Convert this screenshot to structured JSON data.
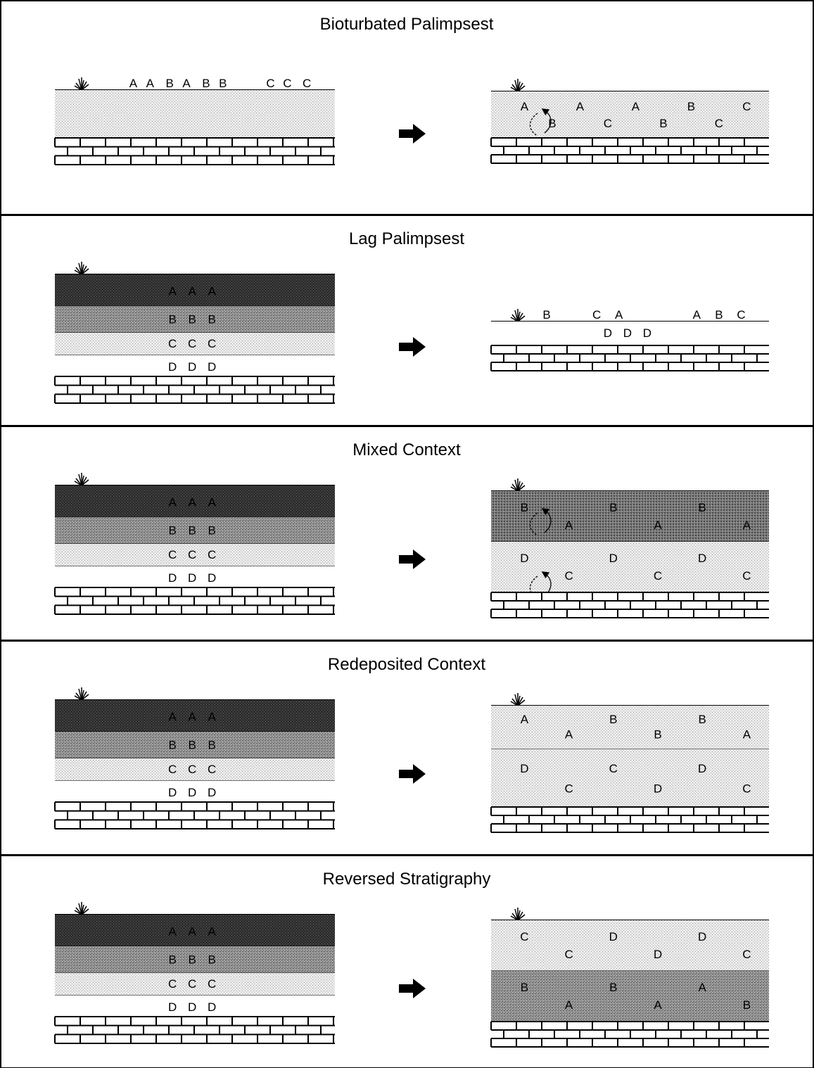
{
  "panels": [
    {
      "title": "Bioturbated Palimpsest",
      "before": {
        "surface_letters": [
          "A",
          "A",
          "B",
          "A",
          "B",
          "B",
          "C",
          "C",
          "C"
        ],
        "layers": [
          {
            "kind": "light",
            "letters": []
          }
        ]
      },
      "after": {
        "surface_letters": [],
        "mixing_arrows": 1,
        "layers": [
          {
            "kind": "light",
            "letters": [
              "A",
              "B",
              "A",
              "C",
              "A",
              "B",
              "B",
              "C",
              "C"
            ]
          }
        ]
      }
    },
    {
      "title": "Lag Palimpsest",
      "before": {
        "layers": [
          {
            "kind": "dark",
            "letters": [
              "A",
              "A",
              "A"
            ]
          },
          {
            "kind": "medium",
            "letters": [
              "B",
              "B",
              "B"
            ]
          },
          {
            "kind": "light",
            "letters": [
              "C",
              "C",
              "C"
            ]
          },
          {
            "kind": "white",
            "letters": [
              "D",
              "D",
              "D"
            ]
          }
        ]
      },
      "after": {
        "surface_letters": [
          "B",
          "C",
          "A",
          "A",
          "B",
          "C"
        ],
        "layers": [
          {
            "kind": "white",
            "letters": [
              "D",
              "D",
              "D"
            ]
          }
        ]
      }
    },
    {
      "title": "Mixed Context",
      "before": {
        "layers": [
          {
            "kind": "dark",
            "letters": [
              "A",
              "A",
              "A"
            ]
          },
          {
            "kind": "medium",
            "letters": [
              "B",
              "B",
              "B"
            ]
          },
          {
            "kind": "light",
            "letters": [
              "C",
              "C",
              "C"
            ]
          },
          {
            "kind": "white",
            "letters": [
              "D",
              "D",
              "D"
            ]
          }
        ]
      },
      "after": {
        "mixing_arrows": 2,
        "layers": [
          {
            "kind": "darkmix",
            "letters": [
              "B",
              "A",
              "B",
              "A",
              "B",
              "A"
            ]
          },
          {
            "kind": "light",
            "letters": [
              "D",
              "C",
              "D",
              "C",
              "D",
              "C"
            ]
          }
        ]
      }
    },
    {
      "title": "Redeposited Context",
      "before": {
        "layers": [
          {
            "kind": "dark",
            "letters": [
              "A",
              "A",
              "A"
            ]
          },
          {
            "kind": "medium",
            "letters": [
              "B",
              "B",
              "B"
            ]
          },
          {
            "kind": "light",
            "letters": [
              "C",
              "C",
              "C"
            ]
          },
          {
            "kind": "white",
            "letters": [
              "D",
              "D",
              "D"
            ]
          }
        ]
      },
      "after": {
        "layers": [
          {
            "kind": "light",
            "letters": [
              "A",
              "A",
              "B",
              "B",
              "B",
              "A"
            ]
          },
          {
            "kind": "light",
            "letters": [
              "D",
              "C",
              "C",
              "D",
              "D",
              "C"
            ]
          }
        ]
      }
    },
    {
      "title": "Reversed Stratigraphy",
      "before": {
        "layers": [
          {
            "kind": "dark",
            "letters": [
              "A",
              "A",
              "A"
            ]
          },
          {
            "kind": "medium",
            "letters": [
              "B",
              "B",
              "B"
            ]
          },
          {
            "kind": "light",
            "letters": [
              "C",
              "C",
              "C"
            ]
          },
          {
            "kind": "white",
            "letters": [
              "D",
              "D",
              "D"
            ]
          }
        ]
      },
      "after": {
        "layers": [
          {
            "kind": "light",
            "letters": [
              "C",
              "C",
              "D",
              "D",
              "D",
              "C"
            ]
          },
          {
            "kind": "medium",
            "letters": [
              "B",
              "A",
              "B",
              "A",
              "A",
              "B"
            ]
          }
        ]
      }
    }
  ],
  "colors": {
    "border": "#000000",
    "white": "#ffffff",
    "light": "#dcdcdc",
    "medium": "#8a8a8a",
    "dark": "#333333",
    "darkmix": "#7a7a7a",
    "ink": "#000000"
  }
}
